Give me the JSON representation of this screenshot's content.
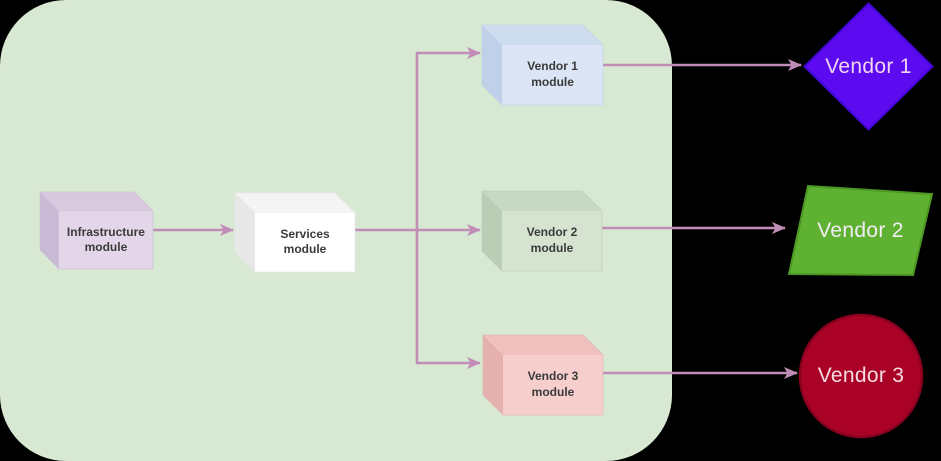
{
  "colors": {
    "page_bg": "#000000",
    "container_bg": "#d7e8d3",
    "connector": "#c18db7",
    "module_label": "#3a3a3a"
  },
  "modules": [
    {
      "id": "infrastructure-module",
      "label": "Infrastructure\nmodule",
      "front": "#e3d6e8",
      "top": "#d8c9df",
      "side": "#cbbad5"
    },
    {
      "id": "services-module",
      "label": "Services\nmodule",
      "front": "#ffffff",
      "top": "#f4f4f4",
      "side": "#e7e7e7"
    },
    {
      "id": "vendor-1-module",
      "label": "Vendor 1\nmodule",
      "front": "#dbe5f6",
      "top": "#cedcf0",
      "side": "#c0d0e8"
    },
    {
      "id": "vendor-2-module",
      "label": "Vendor 2\nmodule",
      "front": "#d5e3d0",
      "top": "#c8d9c3",
      "side": "#bacdb5"
    },
    {
      "id": "vendor-3-module",
      "label": "Vendor 3\nmodule",
      "front": "#f6cfcd",
      "top": "#efc0be",
      "side": "#e4b1af"
    }
  ],
  "vendors": [
    {
      "id": "vendor-1",
      "label": "Vendor 1",
      "shape": "diamond",
      "fill": "#5c0bf0",
      "border": "#4307d8",
      "text": "#f0d5f2"
    },
    {
      "id": "vendor-2",
      "label": "Vendor 2",
      "shape": "parallelogram",
      "fill": "#5fb231",
      "border": "#4d9623",
      "text": "#f2ecf4"
    },
    {
      "id": "vendor-3",
      "label": "Vendor 3",
      "shape": "circle",
      "fill": "#aa0227",
      "border": "#8a0120",
      "text": "#f6dbe3"
    }
  ]
}
